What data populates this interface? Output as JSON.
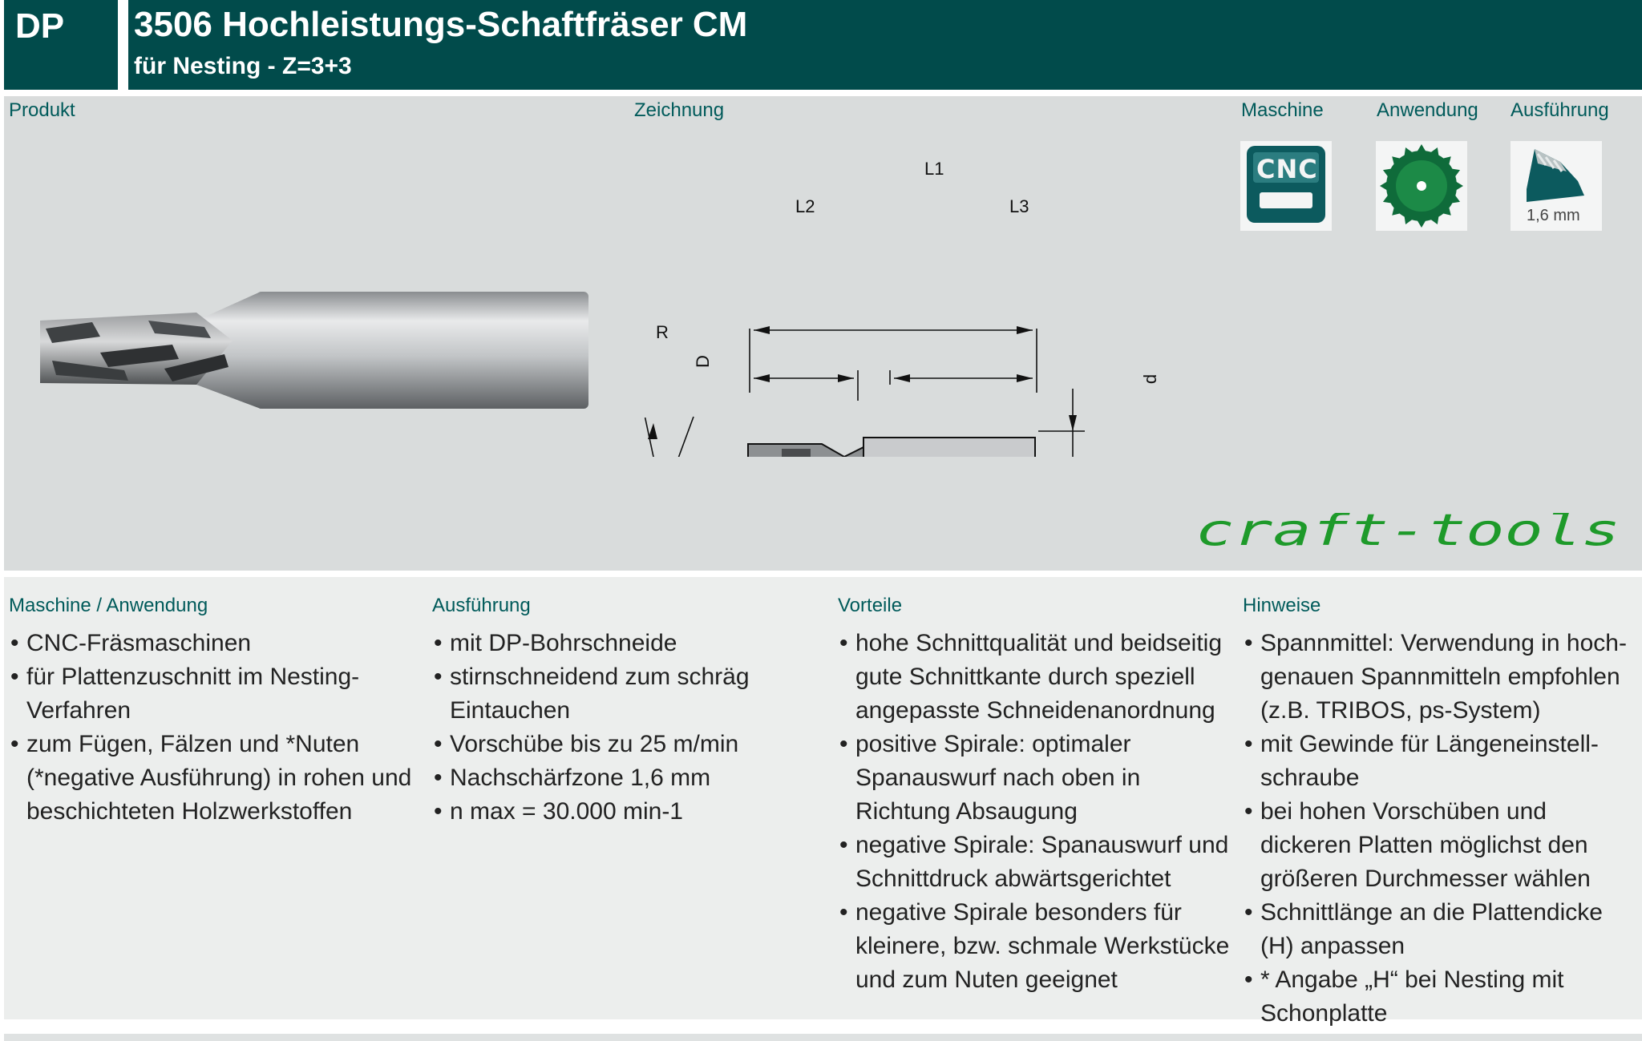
{
  "header": {
    "code": "DP",
    "title": "3506 Hochleistungs-Schaftfräser CM",
    "subtitle": "für Nesting - Z=3+3"
  },
  "sections": {
    "produkt": "Produkt",
    "zeichnung": "Zeichnung",
    "maschine": "Maschine",
    "anwendung": "Anwendung",
    "ausfuehrung": "Ausführung"
  },
  "icons": {
    "cnc": "CNC",
    "ausfuehrung_caption": "1,6 mm"
  },
  "drawing": {
    "L1": "L1",
    "L2": "L2",
    "L3": "L3",
    "R": "R",
    "D": "D",
    "d": "d"
  },
  "brand": "craft-tools",
  "colors": {
    "header": "#014b4b",
    "accent": "#005a5a",
    "brand_green": "#1e9a2a"
  },
  "columns": [
    {
      "title": "Maschine / Anwendung",
      "items": [
        "CNC-Fräsmaschinen",
        "für Plattenzuschnitt im Nesting-Verfahren",
        "zum Fügen, Fälzen und *Nuten (*negative Ausführung) in rohen und beschichteten Holzwerkstoffen"
      ]
    },
    {
      "title": "Ausführung",
      "items": [
        "mit DP-Bohrschneide",
        "stirnschneidend zum schräg Eintauchen",
        "Vorschübe bis zu 25 m/min",
        "Nachschärfzone 1,6 mm",
        "n max = 30.000 min-1"
      ]
    },
    {
      "title": "Vorteile",
      "items": [
        "hohe Schnittqualität und beidseitig gute Schnittkante durch speziell angepasste Schneidenanordnung",
        "positive Spirale: optimaler Spanauswurf nach oben in Richtung Absaugung",
        "negative Spirale: Spanauswurf und Schnittdruck abwärtsgerichtet",
        "negative Spirale besonders für kleinere, bzw. schmale Werkstücke und zum Nuten geeignet"
      ]
    },
    {
      "title": "Hinweise",
      "items": [
        "Spannmittel: Verwendung in hoch-genauen Spannmitteln empfohlen (z.B. TRIBOS, ps-System)",
        "mit Gewinde für Längeneinstell-schraube",
        "bei hohen Vorschüben und dickeren Platten möglichst den größeren Durchmesser wählen",
        "Schnittlänge an die Plattendicke (H) anpassen",
        "* Angabe „H“ bei Nesting mit Schonplatte"
      ]
    }
  ]
}
